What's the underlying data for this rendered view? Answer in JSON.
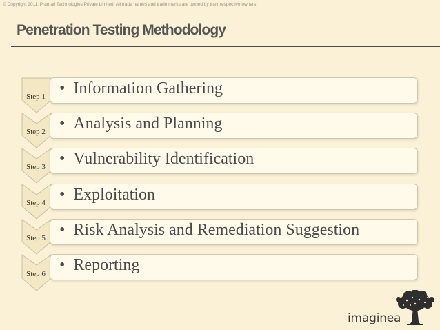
{
  "copyright": "© Copyright 2011. Pramati Technologies Private Limited. All trade names and trade marks are owned by their respective owners.",
  "title": "Penetration Testing  Methodology",
  "steps": [
    {
      "label": "Step 1",
      "text": "Information Gathering"
    },
    {
      "label": "Step 2",
      "text": "Analysis and Planning"
    },
    {
      "label": "Step 3",
      "text": "Vulnerability Identification"
    },
    {
      "label": "Step 4",
      "text": "Exploitation"
    },
    {
      "label": "Step 5",
      "text": "Risk Analysis and Remediation Suggestion"
    },
    {
      "label": "Step 6",
      "text": "Reporting"
    }
  ],
  "bullet": "•",
  "logo": {
    "text": "imaginea"
  },
  "colors": {
    "background": "#fbf1d6",
    "chevron_fill": "#f4e8c4",
    "box_fill": "#fffaea",
    "title": "#555555"
  }
}
